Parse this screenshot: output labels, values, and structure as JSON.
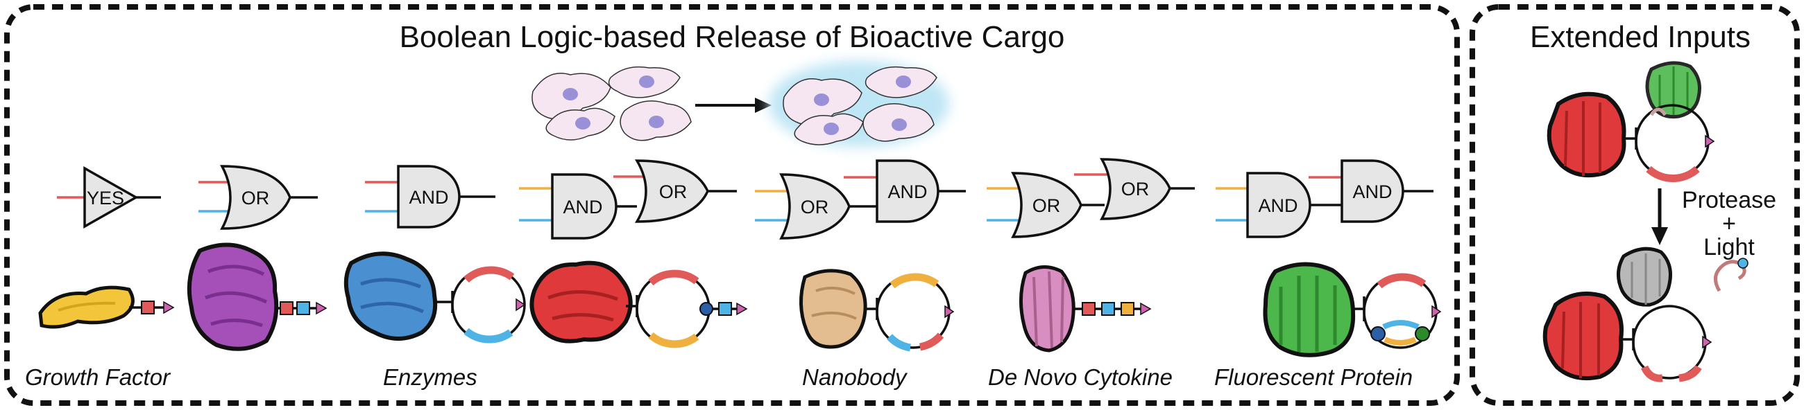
{
  "main_panel": {
    "title": "Boolean Logic-based Release of Bioactive Cargo",
    "gates": {
      "yes": "YES",
      "or": "OR",
      "and": "AND"
    },
    "captions": {
      "growth_factor": "Growth Factor",
      "enzymes": "Enzymes",
      "nanobody": "Nanobody",
      "de_novo_cytokine": "De Novo Cytokine",
      "fluorescent_protein": "Fluorescent Protein"
    }
  },
  "side_panel": {
    "title": "Extended Inputs",
    "label_line1": "Protease",
    "label_line2": "+",
    "label_line3": "Light"
  },
  "colors": {
    "red_input": "#e05a5a",
    "blue_input": "#4fb3e6",
    "orange_input": "#f0b040",
    "gate_fill": "#e6e6e6",
    "cell": "#f6e6f2",
    "nucleus": "#9a90d8",
    "cell_glow": "#bfe6f5",
    "protein_yellow": "#f2c53a",
    "protein_purple": "#a450b8",
    "protein_blue": "#4a8fd0",
    "protein_red": "#e0393c",
    "protein_tan": "#e3bd90",
    "protein_pink": "#d88ec0",
    "protein_green": "#4cb84c",
    "protein_gray": "#b8b8b8",
    "terminator": "#d060b0"
  },
  "icons": [
    "cell-icon",
    "arrow-icon",
    "protein-icon",
    "linker-icon",
    "plasmid-ring-icon"
  ]
}
